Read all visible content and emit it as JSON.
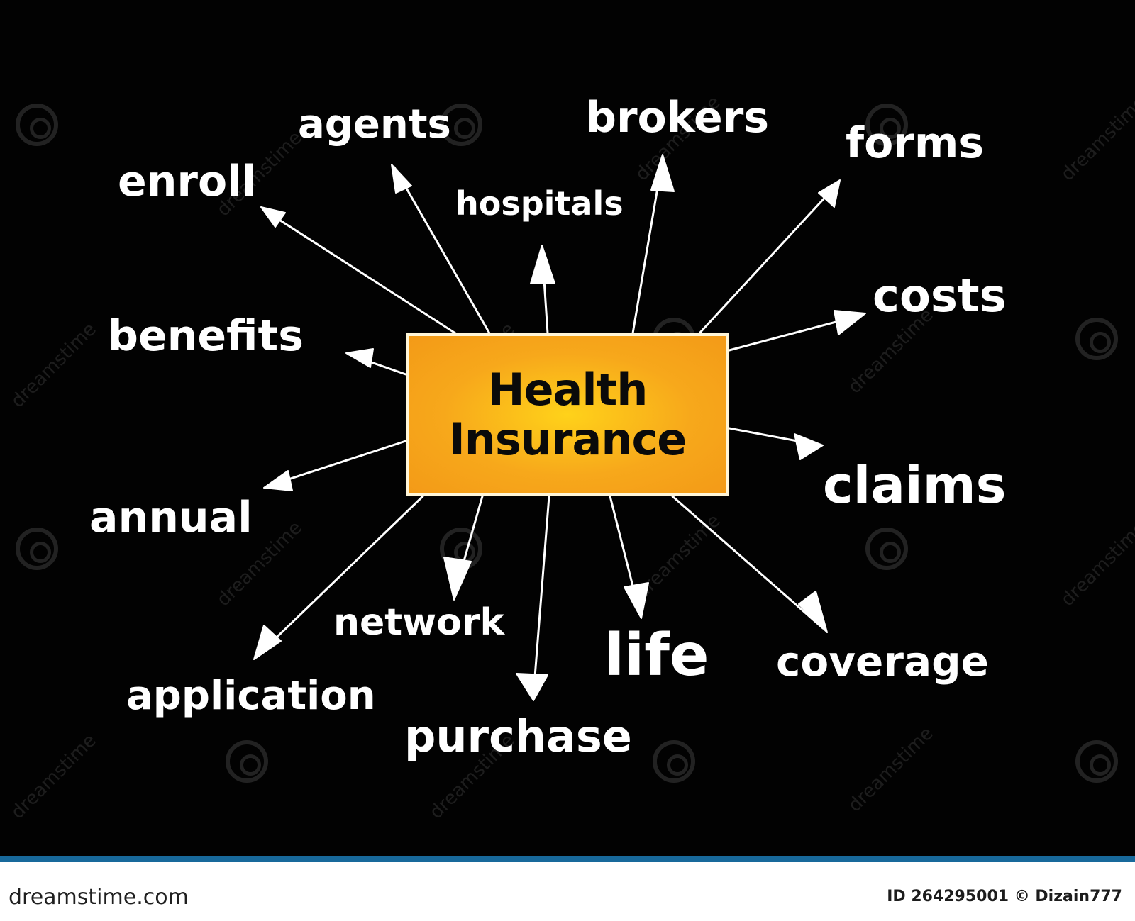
{
  "diagram": {
    "center": {
      "line1": "Health",
      "line2": "Insurance",
      "fill_color": "#f7a81b",
      "border_color": "#fff6d8"
    },
    "terms": [
      {
        "id": "enroll",
        "label": "enroll"
      },
      {
        "id": "agents",
        "label": "agents"
      },
      {
        "id": "hospitals",
        "label": "hospitals"
      },
      {
        "id": "brokers",
        "label": "brokers"
      },
      {
        "id": "forms",
        "label": "forms"
      },
      {
        "id": "costs",
        "label": "costs"
      },
      {
        "id": "benefits",
        "label": "benefits"
      },
      {
        "id": "claims",
        "label": "claims"
      },
      {
        "id": "annual",
        "label": "annual"
      },
      {
        "id": "network",
        "label": "network"
      },
      {
        "id": "life",
        "label": "life"
      },
      {
        "id": "coverage",
        "label": "coverage"
      },
      {
        "id": "application",
        "label": "application"
      },
      {
        "id": "purchase",
        "label": "purchase"
      }
    ],
    "text_color": "#ffffff",
    "background_color": "#020202"
  },
  "watermark": {
    "text": "dreamstime"
  },
  "footer": {
    "logo": "dreamstime.com",
    "credit": "ID 264295001 © Dizain777",
    "bar_color": "#18699b"
  }
}
